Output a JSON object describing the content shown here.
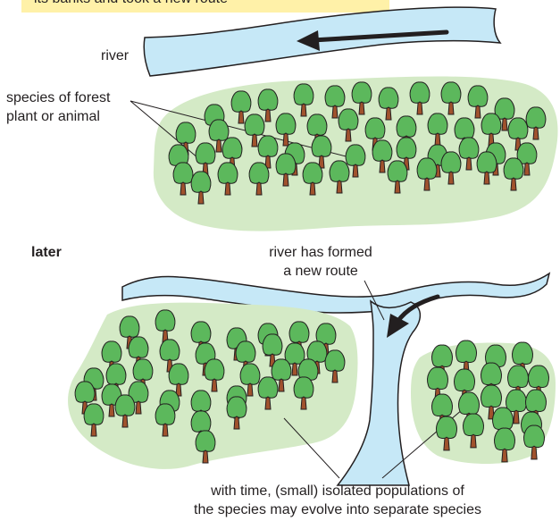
{
  "caption": {
    "text": "its banks and took a new route"
  },
  "labels": {
    "river": "river",
    "species_line1": "species of forest",
    "species_line2": "plant or animal",
    "later": "later",
    "new_route_line1": "river has formed",
    "new_route_line2": "a new route",
    "isolated_line1": "with time, (small) isolated populations of",
    "isolated_line2": "the species may evolve into separate species"
  },
  "colors": {
    "forest": "#d4eac6",
    "river": "#c6e8f7",
    "tree_crown": "#5cb85c",
    "tree_trunk": "#a0522d",
    "caption_bg": "#fff1a8"
  }
}
